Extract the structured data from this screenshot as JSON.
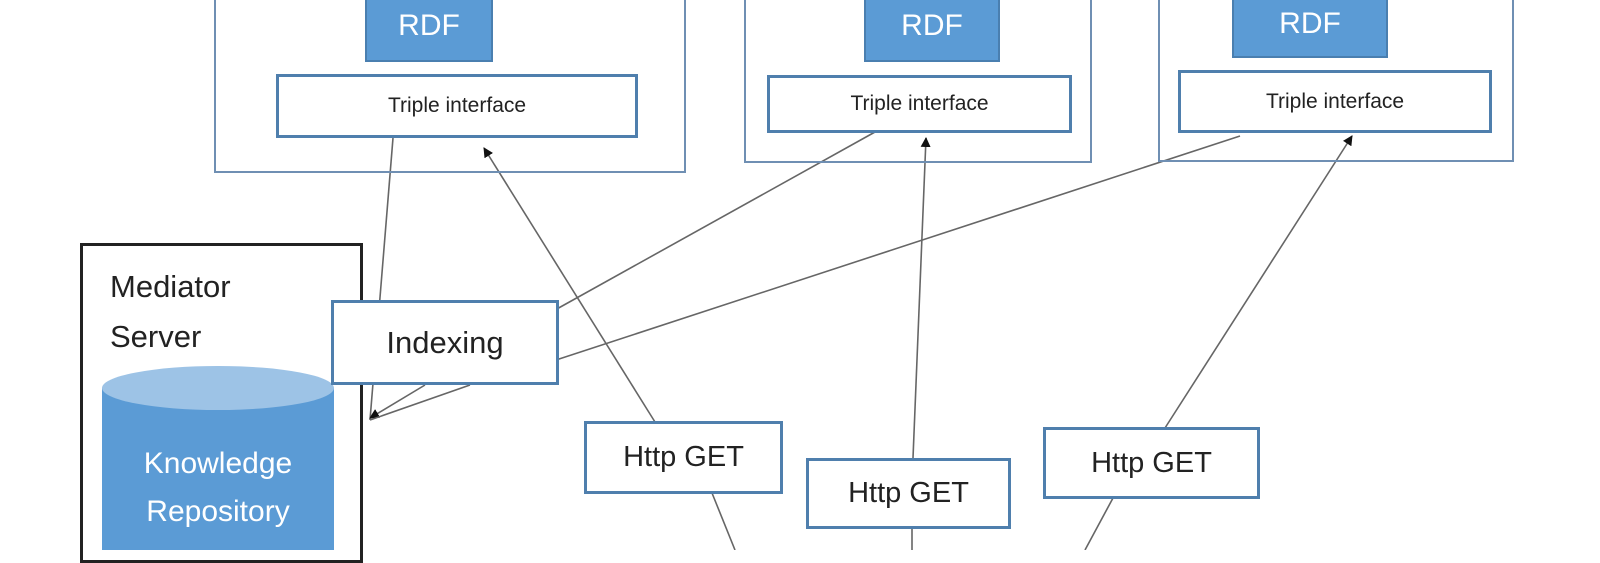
{
  "sources": [
    {
      "rdf": "RDF",
      "interface": "Triple interface"
    },
    {
      "rdf": "RDF",
      "interface": "Triple interface"
    },
    {
      "rdf": "RDF",
      "interface": "Triple interface"
    }
  ],
  "mediator": {
    "title_line1": "Mediator",
    "title_line2": "Server",
    "repository_line1": "Knowledge",
    "repository_line2": "Repository"
  },
  "indexing": "Indexing",
  "requests": [
    "Http GET",
    "Http GET",
    "Http GET"
  ],
  "colors": {
    "rdf_fill": "#5b9bd5",
    "repository_fill": "#5b9bd5",
    "border": "#4f7fad",
    "arrow": "#555555"
  }
}
